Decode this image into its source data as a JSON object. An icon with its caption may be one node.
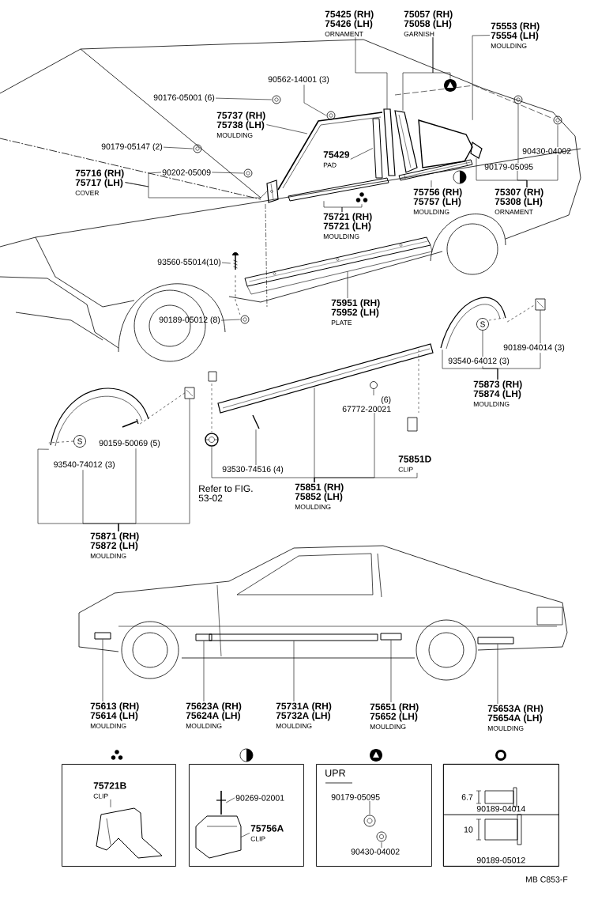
{
  "diagram": {
    "nodes": [
      {
        "text": [
          "75425 (RH)",
          "75426 (LH)",
          "ORNAMENT"
        ]
      },
      {
        "text": [
          "75057 (RH)",
          "75058 (LH)",
          "GARNISH"
        ]
      },
      {
        "text": [
          "75553 (RH)",
          "75554 (LH)",
          "MOULDING"
        ]
      },
      {
        "text": [
          "90562-14001 (3)"
        ]
      },
      {
        "text": [
          "90176-05001 (6)"
        ]
      },
      {
        "text": [
          "75737 (RH)",
          "75738 (LH)",
          "MOULDING"
        ]
      },
      {
        "text": [
          "90179-05147 (2)"
        ]
      },
      {
        "text": [
          "75429",
          "PAD"
        ]
      },
      {
        "text": [
          "75716 (RH)",
          "75717 (LH)",
          "COVER"
        ]
      },
      {
        "text": [
          "90202-05009"
        ]
      },
      {
        "text": [
          "90430-04002"
        ]
      },
      {
        "text": [
          "90179-05095"
        ]
      },
      {
        "text": [
          "75756 (RH)",
          "75757 (LH)",
          "MOULDING"
        ]
      },
      {
        "text": [
          "75307 (RH)",
          "75308 (LH)",
          "ORNAMENT"
        ]
      },
      {
        "text": [
          "75721 (RH)",
          "75721 (LH)",
          "MOULDING"
        ]
      },
      {
        "text": [
          "93560-55014(10)"
        ]
      },
      {
        "text": [
          "75951 (RH)",
          "75952 (LH)",
          "PLATE"
        ]
      },
      {
        "text": [
          "90189-05012 (8)"
        ]
      },
      {
        "text": [
          "90189-04014 (3)"
        ]
      },
      {
        "text": [
          "93540-64012 (3)"
        ]
      },
      {
        "text": [
          "75873 (RH)",
          "75874 (LH)",
          "MOULDING"
        ]
      },
      {
        "text": [
          "(6)",
          "67772-20021"
        ]
      },
      {
        "text": [
          "93540-74012 (3)"
        ]
      },
      {
        "text": [
          "90159-50069 (5)"
        ]
      },
      {
        "text": [
          "93530-74516 (4)"
        ]
      },
      {
        "text": [
          "75851D",
          "CLIP"
        ]
      },
      {
        "text": [
          "Refer to FIG. 53-02"
        ]
      },
      {
        "text": [
          "75851 (RH)",
          "75852 (LH)",
          "MOULDING"
        ]
      },
      {
        "text": [
          "75871 (RH)",
          "75872 (LH)",
          "MOULDING"
        ]
      },
      {
        "text": [
          "75613 (RH)",
          "75614 (LH)",
          "MOULDING"
        ]
      },
      {
        "text": [
          "75623A (RH)",
          "75624A (LH)",
          "MOULDING"
        ]
      },
      {
        "text": [
          "75731A (RH)",
          "75732A (LH)",
          "MOULDING"
        ]
      },
      {
        "text": [
          "75651 (RH)",
          "75652 (LH)",
          "MOULDING"
        ]
      },
      {
        "text": [
          "75653A (RH)",
          "75654A (LH)",
          "MOULDING"
        ]
      },
      {
        "text": [],
        "shape": "box"
      },
      {
        "text": [
          "75721B",
          "CLIP"
        ],
        "in": 34
      },
      {
        "text": [],
        "shape": "box"
      },
      {
        "text": [
          "90269-02001"
        ],
        "in": 36
      },
      {
        "text": [
          "75756A",
          "CLIP"
        ],
        "in": 36
      },
      {
        "text": [
          "UPR"
        ]
      },
      {
        "text": [
          "90179-05095"
        ],
        "in": 39
      },
      {
        "text": [
          "90430-04002"
        ],
        "in": 39
      },
      {
        "text": [],
        "shape": "box"
      },
      {
        "text": [
          "90189-04014"
        ],
        "in": 42
      },
      {
        "text": [
          "90189-05012"
        ],
        "in": 42
      },
      {
        "text": [],
        "shape": "picture"
      },
      {
        "text": [],
        "shape": "picture"
      },
      {
        "text": [],
        "shape": "picture"
      },
      {
        "text": [],
        "shape": "picture"
      },
      {
        "text": [],
        "shape": "picture"
      },
      {
        "text": [],
        "shape": "picture"
      },
      {
        "text": [],
        "shape": "picture"
      },
      {
        "text": [],
        "shape": "picture"
      },
      {
        "text": [],
        "shape": "picture"
      },
      {
        "text": [],
        "shape": "picture"
      },
      {
        "text": [],
        "shape": "picture"
      },
      {
        "text": [],
        "shape": "picture"
      },
      {
        "text": [],
        "shape": "picture"
      },
      {
        "text": [],
        "shape": "picture"
      },
      {
        "text": [],
        "shape": "picture"
      },
      {
        "text": [],
        "shape": "picture"
      },
      {
        "text": [],
        "shape": "picture"
      },
      {
        "text": [],
        "shape": "picture"
      },
      {
        "text": [],
        "shape": "picture"
      },
      {
        "text": [],
        "shape": "picture"
      },
      {
        "text": [],
        "shape": "picture"
      },
      {
        "text": [
          "S"
        ],
        "in": 65
      },
      {
        "text": [],
        "shape": "picture"
      },
      {
        "text": [],
        "shape": "picture",
        "in": 67
      },
      {
        "text": [],
        "shape": "picture"
      },
      {
        "text": [],
        "shape": "picture"
      },
      {
        "text": [],
        "shape": "picture"
      },
      {
        "text": [
          "S"
        ],
        "in": 71
      },
      {
        "text": [],
        "shape": "picture"
      },
      {
        "text": [],
        "shape": "bar"
      },
      {
        "text": [],
        "shape": "bar"
      },
      {
        "text": [],
        "shape": "bar"
      },
      {
        "text": [],
        "shape": "bar"
      },
      {
        "text": [],
        "shape": "bar"
      },
      {
        "text": [],
        "shape": "picture",
        "in": 34
      },
      {
        "text": [],
        "shape": "picture",
        "in": 36
      },
      {
        "text": [],
        "shape": "picture",
        "in": 36
      },
      {
        "text": [],
        "shape": "picture",
        "in": 39
      },
      {
        "text": [],
        "shape": "picture",
        "in": 39
      },
      {
        "text": [],
        "shape": "picture",
        "in": 71
      }
    ],
    "edges": [
      {
        "from": 0,
        "to": 45,
        "arrow": "none"
      },
      {
        "from": 1,
        "to": 46,
        "arrow": "none"
      },
      {
        "from": 1,
        "to": 47,
        "arrow": "none"
      },
      {
        "from": 2,
        "to": 48,
        "arrow": "none"
      },
      {
        "from": 3,
        "to": 49,
        "arrow": "none"
      },
      {
        "from": 4,
        "to": 50,
        "arrow": "none"
      },
      {
        "from": 5,
        "to": null,
        "arrow": "none"
      },
      {
        "from": 6,
        "to": 54,
        "arrow": "none"
      },
      {
        "from": 7,
        "to": 51,
        "arrow": "none"
      },
      {
        "from": 8,
        "to": 52,
        "arrow": "none"
      },
      {
        "from": 8,
        "to": 9,
        "arrow": "none"
      },
      {
        "from": 9,
        "to": 53,
        "arrow": "none"
      },
      {
        "from": 11,
        "to": 55,
        "arrow": "none"
      },
      {
        "from": 10,
        "to": 56,
        "arrow": "none"
      },
      {
        "from": 13,
        "to": 57,
        "arrow": "none"
      },
      {
        "from": 13,
        "to": 11,
        "arrow": "none"
      },
      {
        "from": 13,
        "to": 10,
        "arrow": "none"
      },
      {
        "from": 12,
        "to": 58,
        "arrow": "none"
      },
      {
        "from": 14,
        "to": 59,
        "arrow": "none"
      },
      {
        "from": 14,
        "to": 60,
        "arrow": "none"
      },
      {
        "from": 15,
        "to": 61,
        "arrow": "none"
      },
      {
        "from": 16,
        "to": 62,
        "arrow": "none"
      },
      {
        "from": 17,
        "to": 63,
        "arrow": "none"
      },
      {
        "from": 18,
        "to": 64,
        "arrow": "none"
      },
      {
        "from": 19,
        "to": 66,
        "arrow": "none"
      },
      {
        "from": 20,
        "to": 65,
        "arrow": "none"
      },
      {
        "from": 20,
        "to": 18,
        "arrow": "none"
      },
      {
        "from": 20,
        "to": 19,
        "arrow": "none"
      },
      {
        "from": 21,
        "to": 68,
        "arrow": "none"
      },
      {
        "from": 27,
        "to": 69,
        "arrow": "none"
      },
      {
        "from": 27,
        "to": 67,
        "arrow": "none"
      },
      {
        "from": 27,
        "to": 21,
        "arrow": "none"
      },
      {
        "from": 27,
        "to": 25,
        "arrow": "none"
      },
      {
        "from": 24,
        "to": 70,
        "arrow": "none"
      },
      {
        "from": 28,
        "to": 71,
        "arrow": "none"
      },
      {
        "from": 28,
        "to": 22,
        "arrow": "none"
      },
      {
        "from": 28,
        "to": 23,
        "arrow": "none"
      },
      {
        "from": 28,
        "to": 73,
        "arrow": "none"
      },
      {
        "from": 29,
        "to": 74,
        "arrow": "none"
      },
      {
        "from": 30,
        "to": 75,
        "arrow": "none"
      },
      {
        "from": 31,
        "to": 76,
        "arrow": "none"
      },
      {
        "from": 32,
        "to": 77,
        "arrow": "none"
      },
      {
        "from": 33,
        "to": 78,
        "arrow": "none"
      },
      {
        "from": 35,
        "to": 79,
        "arrow": "none"
      },
      {
        "from": 37,
        "to": 80,
        "arrow": "none"
      },
      {
        "from": 38,
        "to": 81,
        "arrow": "none"
      },
      {
        "from": 40,
        "to": 82,
        "arrow": "none"
      },
      {
        "from": 41,
        "to": 83,
        "arrow": "none"
      },
      {
        "from": 65,
        "to": 64,
        "arrow": "none",
        "style": "dashed"
      },
      {
        "from": 84,
        "to": 73,
        "arrow": "none",
        "style": "dashed"
      },
      {
        "from": 61,
        "to": 63,
        "arrow": "none",
        "style": "dashed"
      },
      {
        "from": 72,
        "to": 71,
        "arrow": "none",
        "style": "dashed"
      }
    ],
    "labels": [
      "6.7",
      "10",
      "MB C853-F"
    ]
  }
}
